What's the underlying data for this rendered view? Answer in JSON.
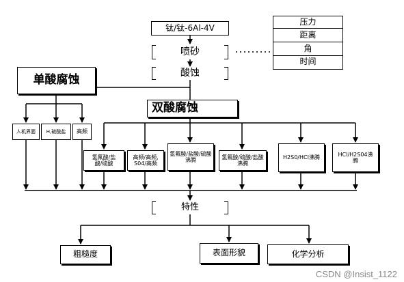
{
  "nodes": {
    "material": "钛/钛-6Al-4V",
    "sandblast": "喷砂",
    "acid_etch": "酸蚀",
    "single_acid": "单酸腐蚀",
    "double_acid": "双酸腐蚀",
    "single_items": [
      "人机界面",
      "H,硫酸盐",
      "高频"
    ],
    "double_items": [
      "氢氟酸/盐\n酸/硫酸",
      "高频/高频,\nS04/高频",
      "氢氟酸/盐酸/硫酸\n沸腾",
      "氢氟酸/硫酸/盐酸\n沸腾",
      "H2S0/HCI沸腾",
      "HCI/H2S04沸\n腾"
    ],
    "property": "特性",
    "results": [
      "粗糙度",
      "表面形貌",
      "化学分析"
    ]
  },
  "params": [
    "压力",
    "距离",
    "角",
    "时间"
  ],
  "watermark": "CSDN @Insist_1122",
  "colors": {
    "line": "#000000",
    "background": "#ffffff"
  }
}
